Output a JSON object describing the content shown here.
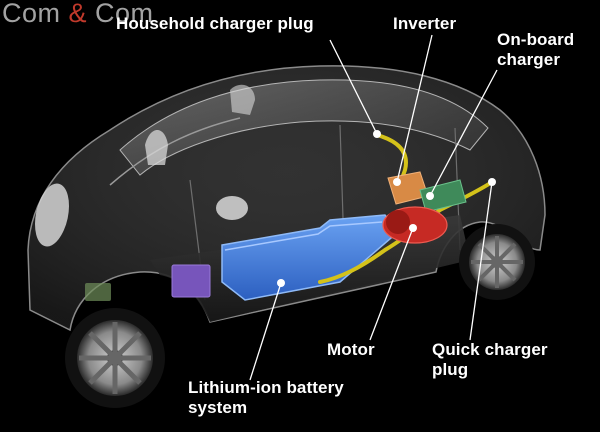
{
  "watermark": {
    "left": "Com ",
    "amp": "&",
    "right": " Com"
  },
  "labels": {
    "household_charger_plug": "Household charger plug",
    "inverter": "Inverter",
    "onboard_charger_line1": "On-board",
    "onboard_charger_line2": "charger",
    "motor": "Motor",
    "quick_charger_line1": "Quick charger",
    "quick_charger_line2": "plug",
    "battery_line1": "Lithium-ion battery",
    "battery_line2": "system"
  },
  "colors": {
    "battery": "#3f7fe0",
    "cable": "#d4c21a",
    "motor": "#c62a24",
    "inverter": "#d88a45",
    "onboard_charger": "#3f8a5a",
    "aux_box": "#7755bb",
    "label_text": "#ffffff"
  }
}
